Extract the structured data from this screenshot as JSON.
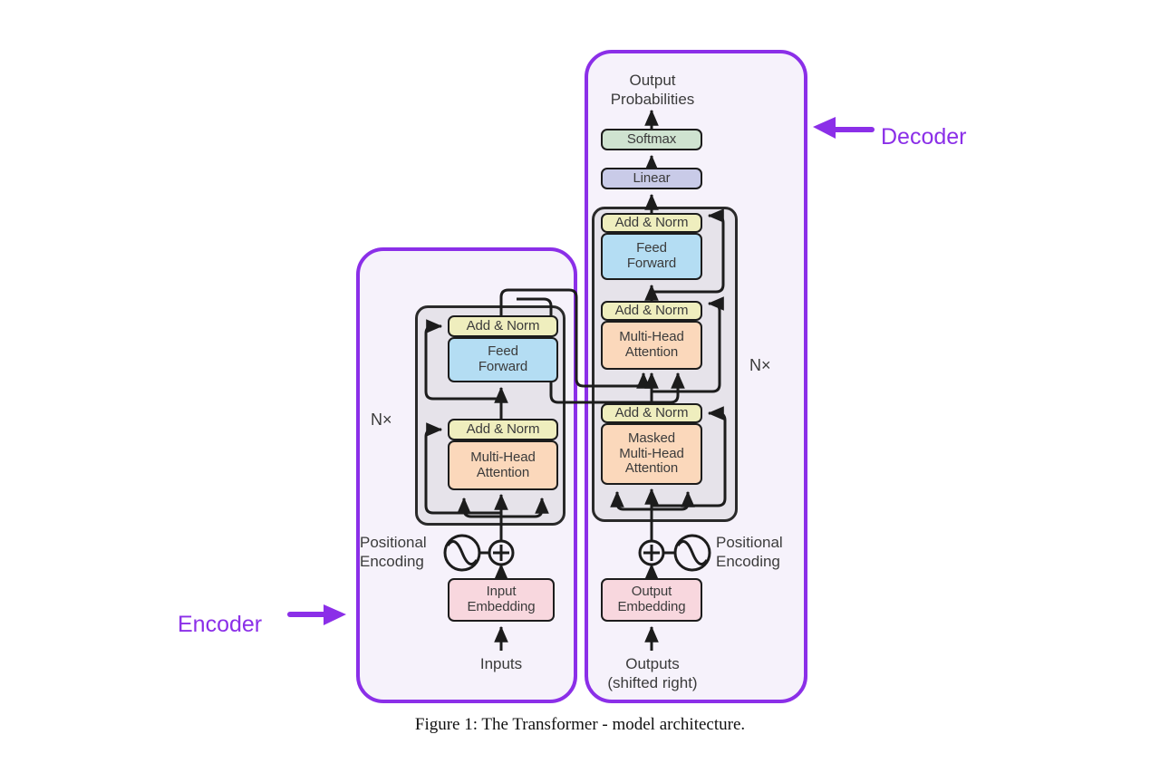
{
  "figure": {
    "caption": "Figure 1: The Transformer - model architecture."
  },
  "annotations": {
    "encoder": "Encoder",
    "decoder": "Decoder"
  },
  "encoder": {
    "repeat_label": "N×",
    "positional_encoding_label": "Positional\nEncoding",
    "input_label": "Inputs",
    "blocks": [
      {
        "id": "input-embedding",
        "label": "Input\nEmbedding",
        "color": "#f8d7de"
      },
      {
        "id": "add-norm-1",
        "label": "Add & Norm",
        "color": "#efeebe"
      },
      {
        "id": "multi-head-attention",
        "label": "Multi-Head\nAttention",
        "color": "#fbd8bb"
      },
      {
        "id": "add-norm-2",
        "label": "Add & Norm",
        "color": "#efeebe"
      },
      {
        "id": "feed-forward",
        "label": "Feed\nForward",
        "color": "#b4ddf3"
      }
    ]
  },
  "decoder": {
    "repeat_label": "N×",
    "positional_encoding_label": "Positional\nEncoding",
    "input_label": "Outputs\n(shifted right)",
    "output_label": "Output\nProbabilities",
    "blocks": [
      {
        "id": "output-embedding",
        "label": "Output\nEmbedding",
        "color": "#f8d7de"
      },
      {
        "id": "add-norm-1",
        "label": "Add & Norm",
        "color": "#efeebe"
      },
      {
        "id": "masked-multi-head-attention",
        "label": "Masked\nMulti-Head\nAttention",
        "color": "#fbd8bb"
      },
      {
        "id": "add-norm-2",
        "label": "Add & Norm",
        "color": "#efeebe"
      },
      {
        "id": "multi-head-attention",
        "label": "Multi-Head\nAttention",
        "color": "#fbd8bb"
      },
      {
        "id": "add-norm-3",
        "label": "Add & Norm",
        "color": "#efeebe"
      },
      {
        "id": "feed-forward",
        "label": "Feed\nForward",
        "color": "#b4ddf3"
      },
      {
        "id": "linear",
        "label": "Linear",
        "color": "#c9cbe8"
      },
      {
        "id": "softmax",
        "label": "Softmax",
        "color": "#cfe3d0"
      }
    ]
  },
  "colors": {
    "panel_border": "#8b2fe8",
    "panel_fill": "#f6f2fb",
    "stack_fill": "#e6e3ea",
    "wire": "#1c1c1c",
    "add_norm": "#efeebe",
    "feed_forward": "#b4ddf3",
    "attention": "#fbd8bb",
    "softmax": "#cfe3d0",
    "linear": "#c9cbe8",
    "embedding": "#f8d7de"
  },
  "icons": {
    "positional_encoding": "sine-wave-circle-icon",
    "sum": "circled-plus-icon"
  }
}
